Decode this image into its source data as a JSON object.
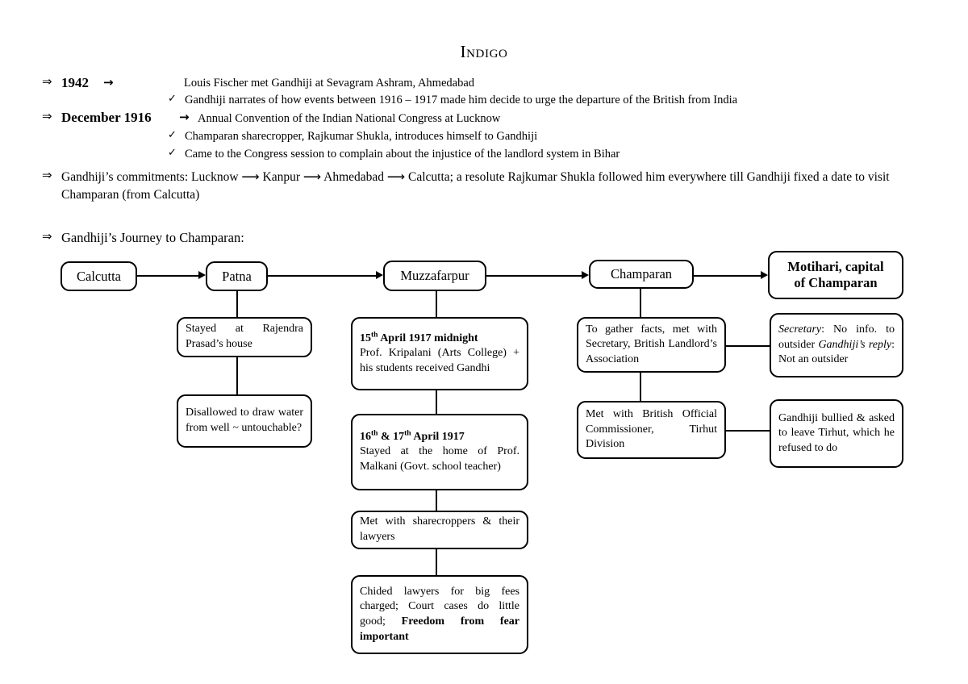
{
  "title": "Indigo",
  "icons": {
    "arrow_bullet": "⇒",
    "check_bullet": "✓",
    "right_arrow": "→"
  },
  "notes": [
    {
      "lead": "1942",
      "lead_arrow": "→",
      "body": "Louis Fischer met Gandhiji at Sevagram Ashram, Ahmedabad"
    },
    {
      "body": "Gandhiji narrates of how events between 1916 – 1917 made him decide to urge the departure of the British from India"
    },
    {
      "lead": "December 1916",
      "lead_arrow": "→",
      "body": "Annual Convention of the Indian National Congress at Lucknow"
    },
    {
      "body": "Champaran sharecropper, Rajkumar Shukla, introduces himself to Gandhiji"
    },
    {
      "body": "Came to the Congress session to complain about the injustice of the landlord system in Bihar"
    },
    {
      "body": "Gandhiji’s commitments: Lucknow ⟶ Kanpur ⟶ Ahmedabad ⟶ Calcutta; a resolute Rajkumar Shukla followed him everywhere till Gandhiji fixed a date to visit Champaran (from Calcutta)"
    }
  ],
  "flow_heading": "Gandhiji’s Journey to Champaran:",
  "flow": {
    "journey_nodes": [
      {
        "label": "Calcutta"
      },
      {
        "label": "Patna"
      },
      {
        "label": "Muzzafarpur"
      },
      {
        "label": "Champaran"
      },
      {
        "label": "Motihari, capital of Champaran",
        "line1": "Motihari, capital",
        "line2": "of Champaran"
      }
    ],
    "patna_details": [
      {
        "text": "Stayed at Rajendra Prasad’s house"
      },
      {
        "text": "Disallowed to draw water from well ~ untouchable?"
      }
    ],
    "muzzafarpur_details": [
      {
        "header": "15th April 1917 midnight",
        "header_num": "15",
        "header_sup": "th",
        "header_rest": " April 1917 midnight",
        "text": "Prof. Kripalani (Arts College) + his students received Gandhi"
      },
      {
        "header": "16th & 17th April 1917",
        "header_num_a": "16",
        "header_sup_a": "th",
        "header_mid": " & 17",
        "header_sup_b": "th",
        "header_rest": " April 1917",
        "text": "Stayed at the home of Prof. Malkani (Govt. school teacher)"
      },
      {
        "text": "Met with sharecroppers & their lawyers"
      },
      {
        "text_plain": "Chided lawyers for big fees charged; Court cases do little good; ",
        "text_bold": "Freedom from fear important"
      }
    ],
    "champaran_details": [
      {
        "text": "To gather facts, met with Secretary, British Landlord’s Association"
      },
      {
        "text": "Met with British Official Commissioner, Tirhut Division"
      }
    ],
    "outcome_details": [
      {
        "label_a": "Secretary",
        "text_a": ": No info. to outsider",
        "label_b": "Gandhiji’s reply",
        "text_b": ": Not an outsider"
      },
      {
        "text": "Gandhiji bullied & asked to leave Tirhut, which he refused to do"
      }
    ]
  }
}
